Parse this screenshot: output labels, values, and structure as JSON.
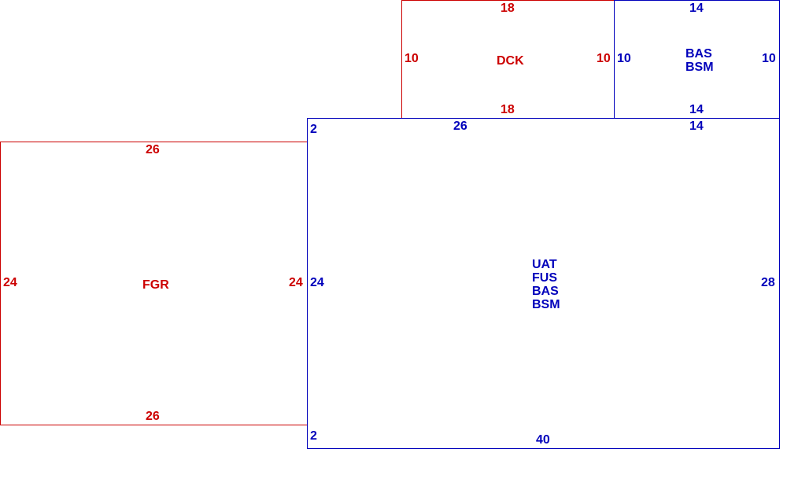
{
  "colors": {
    "red": "#cc0000",
    "blue": "#0000bb"
  },
  "rooms": {
    "dck": {
      "name": "DCK",
      "top": "18",
      "bottom": "18",
      "left": "10",
      "right": "10"
    },
    "bas_bsm_top": {
      "names": [
        "BAS",
        "BSM"
      ],
      "top": "14",
      "bottom": "14",
      "left": "10",
      "right": "10"
    },
    "fgr": {
      "name": "FGR",
      "top": "26",
      "bottom": "26",
      "left": "24",
      "right": "24"
    },
    "main": {
      "names": [
        "UAT",
        "FUS",
        "BAS",
        "BSM"
      ],
      "top_left": "26",
      "top_right": "14",
      "corner_top": "2",
      "corner_bottom": "2",
      "left": "24",
      "right": "28",
      "bottom": "40"
    }
  }
}
